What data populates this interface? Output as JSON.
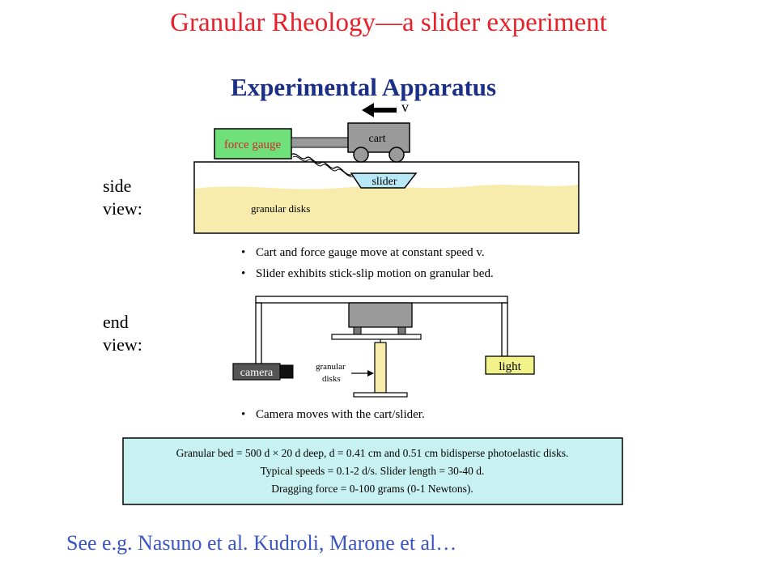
{
  "slide": {
    "title": "Granular Rheology—a slider experiment",
    "footer": "See e.g. Nasuno et al. Kudroli, Marone et al…"
  },
  "figure": {
    "heading": "Experimental Apparatus",
    "velocity_label": "v",
    "side_view": {
      "label_line1": "side",
      "label_line2": "view:",
      "force_gauge": "force gauge",
      "cart": "cart",
      "slider": "slider",
      "granular_disks": "granular disks",
      "bullets": [
        "Cart and force gauge move at constant speed v.",
        "Slider exhibits stick-slip motion on granular bed."
      ]
    },
    "end_view": {
      "label_line1": "end",
      "label_line2": "view:",
      "camera": "camera",
      "light": "light",
      "granular_line1": "granular",
      "granular_line2": "disks",
      "bullets": [
        "Camera moves with the cart/slider."
      ]
    },
    "info_box": {
      "lines": [
        "Granular bed = 500 d × 20 d deep, d = 0.41 cm and 0.51 cm bidisperse photoelastic disks.",
        "Typical speeds = 0.1-2 d/s. Slider length = 30-40 d.",
        "Dragging force = 0-100 grams (0-1 Newtons)."
      ]
    }
  },
  "colors": {
    "title": "#e8202a",
    "footer": "#3a55c4",
    "heading": "#1b2f86",
    "force_gauge_fill": "#6fe07a",
    "force_gauge_text": "#d02a2a",
    "sand": "#f8ecac",
    "slider_fill": "#b8e8f6",
    "light_fill": "#f2f28a",
    "info_box_fill": "#c8f2f2",
    "cart_fill": "#9a9a9a",
    "camera_fill": "#555555"
  }
}
